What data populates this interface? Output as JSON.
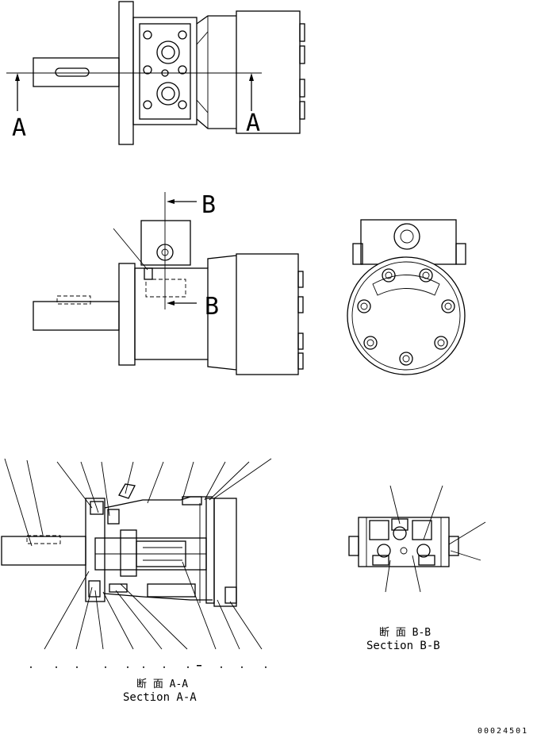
{
  "drawing": {
    "section_marks": {
      "a": "A",
      "b": "B"
    },
    "section_aa": {
      "title_jp": "断 面 A-A",
      "title_en": "Section A-A"
    },
    "section_bb": {
      "title_jp": "断 面 B-B",
      "title_en": "Section B-B"
    },
    "drawing_number": "00024501"
  }
}
